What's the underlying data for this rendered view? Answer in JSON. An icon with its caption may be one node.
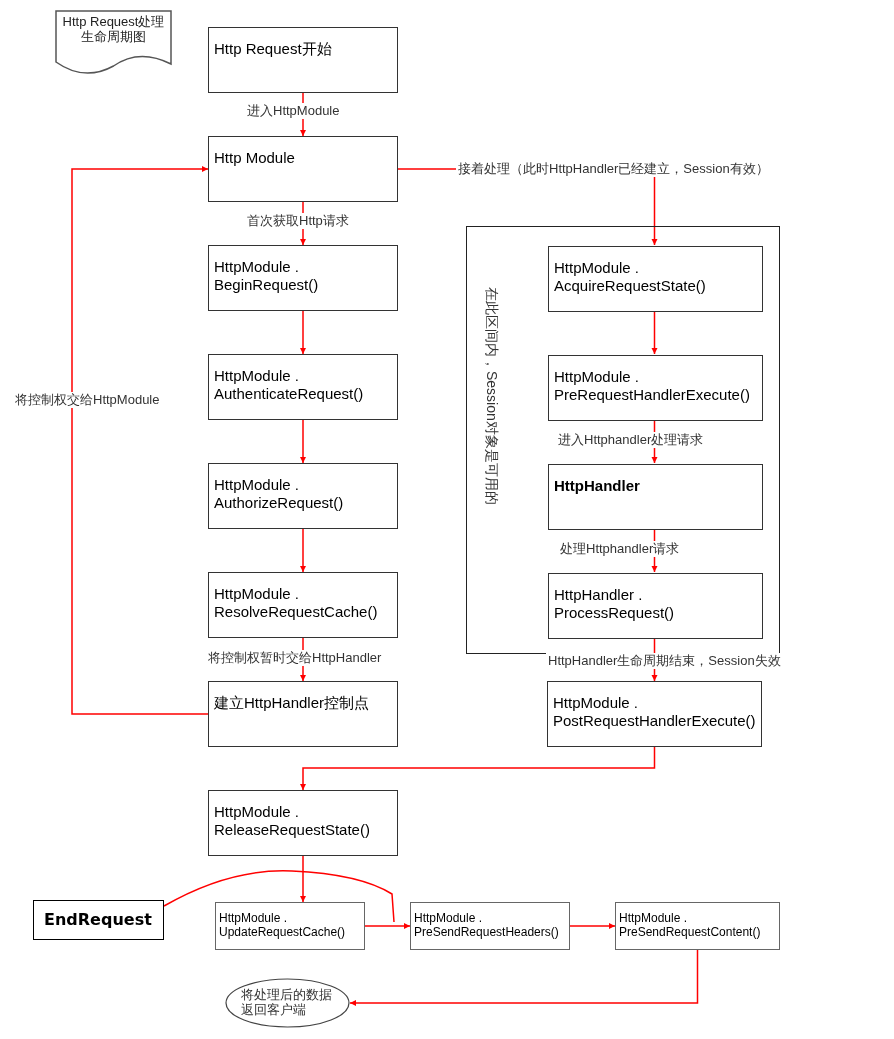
{
  "diagram": {
    "nodes": [
      {
        "text": [
          "Http Request处理生命周期图"
        ]
      },
      {
        "text": [
          "Http Request开始"
        ]
      },
      {
        "text": [
          "Http Module"
        ]
      },
      {
        "text": [
          "HttpModule . BeginRequest()"
        ]
      },
      {
        "text": [
          "HttpModule . AuthenticateRequest()"
        ]
      },
      {
        "text": [
          "HttpModule . AuthorizeRequest()"
        ]
      },
      {
        "text": [
          "HttpModule . ResolveRequestCache()"
        ]
      },
      {
        "text": [
          "建立HttpHandler控制点"
        ]
      },
      {
        "text": [
          "在此区间内，Session对象是可用的"
        ]
      },
      {
        "text": [
          "HttpModule . AcquireRequestState()"
        ],
        "in": 8
      },
      {
        "text": [
          "HttpModule . PreRequestHandlerExecute()"
        ],
        "in": 8
      },
      {
        "text": [
          "HttpHandler"
        ],
        "in": 8
      },
      {
        "text": [
          "HttpHandler . ProcessRequest()"
        ],
        "in": 8
      },
      {
        "text": [
          "HttpModule . PostRequestHandlerExecute()"
        ]
      },
      {
        "text": [
          "HttpModule . ReleaseRequestState()"
        ]
      },
      {
        "text": [
          "EndRequest"
        ]
      },
      {
        "text": [
          "HttpModule . UpdateRequestCache()"
        ]
      },
      {
        "text": [
          "HttpModule . PreSendRequestHeaders()"
        ]
      },
      {
        "text": [
          "HttpModule . PreSendRequestContent()"
        ]
      },
      {
        "text": [
          "将处理后的数据返回客户端"
        ]
      }
    ],
    "edges": [
      {
        "from": 1,
        "to": 2,
        "arrow": "to",
        "label": "进入HttpModule"
      },
      {
        "from": 2,
        "to": 3,
        "arrow": "to",
        "label": "首次获取Http请求"
      },
      {
        "from": 3,
        "to": 4,
        "arrow": "to"
      },
      {
        "from": 4,
        "to": 5,
        "arrow": "to"
      },
      {
        "from": 5,
        "to": 6,
        "arrow": "to"
      },
      {
        "from": 6,
        "to": 7,
        "arrow": "to",
        "label": "将控制权暂时交给HttpHandler"
      },
      {
        "from": 7,
        "to": 2,
        "arrow": "to",
        "label": "将控制权交给HttpModule"
      },
      {
        "from": 2,
        "to": 9,
        "arrow": "to",
        "label": "接着处理（此时HttpHandler已经建立，Session有效）"
      },
      {
        "from": 9,
        "to": 10,
        "arrow": "to"
      },
      {
        "from": 10,
        "to": 11,
        "arrow": "to",
        "label": "进入Httphandler处理请求"
      },
      {
        "from": 11,
        "to": 12,
        "arrow": "to",
        "label": "处理Httphandler请求"
      },
      {
        "from": 12,
        "to": 13,
        "arrow": "to",
        "label": "HttpHandler生命周期结束，Session失效"
      },
      {
        "from": 13,
        "to": 14,
        "arrow": "to"
      },
      {
        "from": 14,
        "to": 16,
        "arrow": "to"
      },
      {
        "from": 16,
        "to": 17,
        "arrow": "to"
      },
      {
        "from": 17,
        "to": 18,
        "arrow": "to"
      },
      {
        "from": 18,
        "to": 19,
        "arrow": "to"
      },
      {
        "from": 15,
        "to": null,
        "arrow": "none"
      }
    ]
  }
}
